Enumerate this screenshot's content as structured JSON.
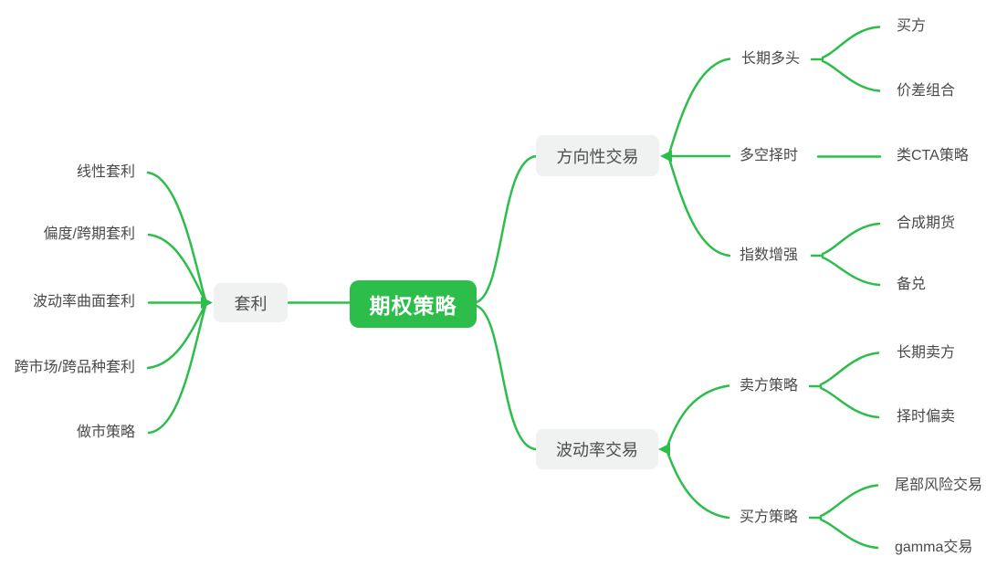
{
  "mindmap": {
    "root_label": "期权策略",
    "left": {
      "label": "套利",
      "children": [
        "线性套利",
        "偏度/跨期套利",
        "波动率曲面套利",
        "跨市场/跨品种套利",
        "做市策略"
      ]
    },
    "right": [
      {
        "label": "方向性交易",
        "children": [
          {
            "label": "长期多头",
            "children": [
              "买方",
              "价差组合"
            ]
          },
          {
            "label": "多空择时",
            "children": [
              "类CTA策略"
            ]
          },
          {
            "label": "指数增强",
            "children": [
              "合成期货",
              "备兑"
            ]
          }
        ]
      },
      {
        "label": "波动率交易",
        "children": [
          {
            "label": "卖方策略",
            "children": [
              "长期卖方",
              "择时偏卖"
            ]
          },
          {
            "label": "买方策略",
            "children": [
              "尾部风险交易",
              "gamma交易"
            ]
          }
        ]
      }
    ],
    "colors": {
      "accent_green": "#2dbd4b",
      "node_bg": "#f0f1f1",
      "node_text": "#4d4d4d",
      "label_text": "#4a4a4a",
      "root_text": "#ffffff"
    }
  }
}
